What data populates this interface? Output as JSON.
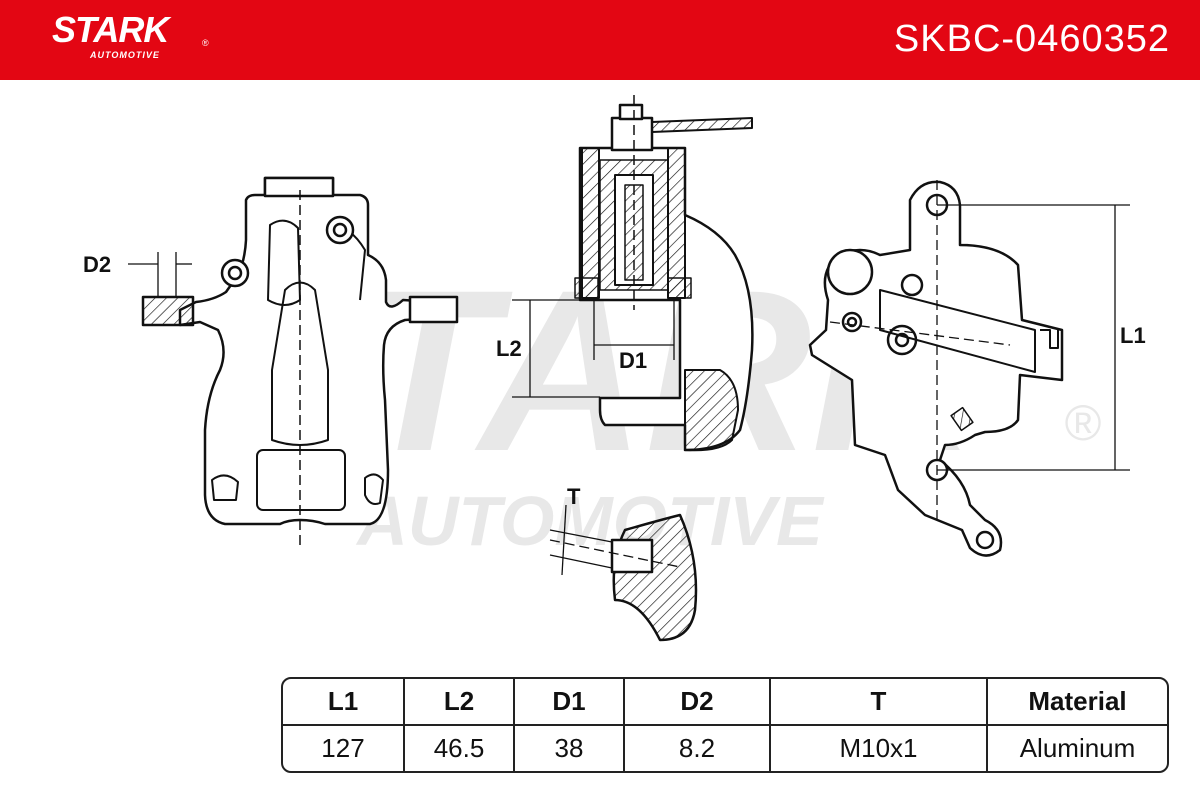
{
  "brand": {
    "name": "STARK",
    "sub": "AUTOMOTIVE",
    "registered": "®"
  },
  "part_number": "SKBC-0460352",
  "watermark": {
    "main": "STARK",
    "sub": "AUTOMOTIVE",
    "registered": "®"
  },
  "dimension_labels": {
    "d2": "D2",
    "l2": "L2",
    "d1": "D1",
    "t": "T",
    "l1": "L1"
  },
  "colors": {
    "brand_red": "#e30613",
    "watermark": "#e6e6e6",
    "line": "#111111"
  },
  "specs": {
    "headers": [
      "L1",
      "L2",
      "D1",
      "D2",
      "T",
      "Material"
    ],
    "values": [
      "127",
      "46.5",
      "38",
      "8.2",
      "M10x1",
      "Aluminum"
    ]
  }
}
